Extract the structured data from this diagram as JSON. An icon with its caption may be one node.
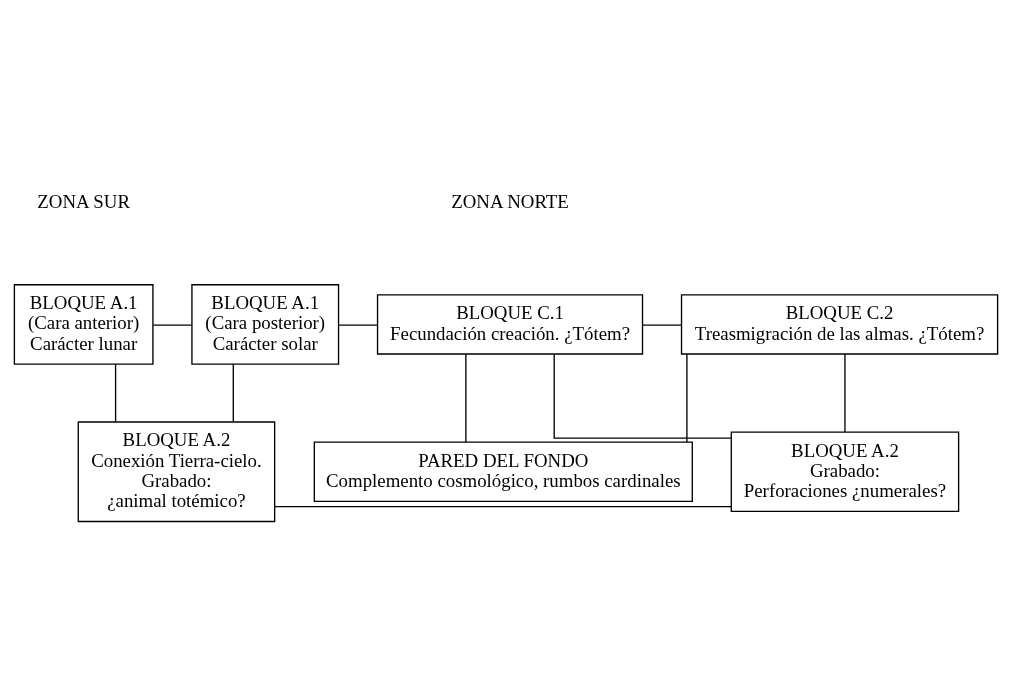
{
  "diagram": {
    "nodes": [
      {
        "text": [
          "BLOQUE A.1",
          "(Cara anterior)",
          "Carácter lunar"
        ]
      },
      {
        "text": [
          "BLOQUE A.1",
          "(Cara posterior)",
          "Carácter solar"
        ]
      },
      {
        "text": [
          "BLOQUE C.1",
          "Fecundación creación. ¿Tótem?"
        ]
      },
      {
        "text": [
          "BLOQUE C.2",
          "Treasmigración de las almas. ¿Tótem?"
        ]
      },
      {
        "text": [
          "PARED DEL FONDO",
          "Complemento cosmológico, rumbos cardinales"
        ]
      },
      {
        "text": [
          "BLOQUE A.2",
          "Conexión Tierra-cielo.",
          "Grabado:",
          "¿animal totémico?"
        ]
      },
      {
        "text": [
          "BLOQUE A.2",
          "Grabado:",
          "Perforaciones ¿numerales?"
        ]
      }
    ],
    "edges": [
      {
        "from": 0,
        "to": 1,
        "arrow": "none"
      },
      {
        "from": 2,
        "to": 3,
        "arrow": "none"
      },
      {
        "from": 1,
        "to": 2,
        "arrow": "none"
      },
      {
        "from": 0,
        "to": 5,
        "arrow": "none"
      },
      {
        "from": 1,
        "to": 5,
        "arrow": "none"
      },
      {
        "from": 2,
        "to": 4,
        "arrow": "none"
      },
      {
        "from": 3,
        "to": 4,
        "arrow": "none"
      },
      {
        "from": 2,
        "to": 6,
        "arrow": "none"
      },
      {
        "from": 3,
        "to": 6,
        "arrow": "none"
      },
      {
        "from": 5,
        "to": 6,
        "arrow": "none"
      }
    ],
    "labels": [
      "ZONA SUR",
      "ZONA NORTE"
    ]
  }
}
